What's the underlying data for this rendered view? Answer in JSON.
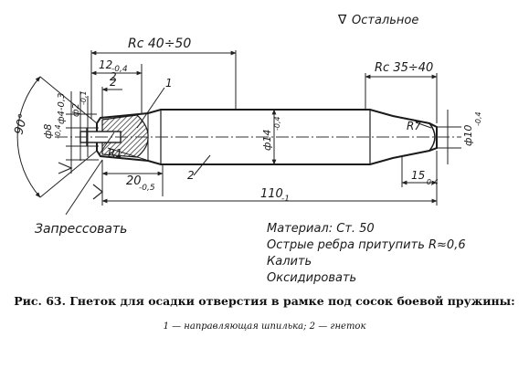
{
  "surface_note": {
    "symbol": "∇",
    "text": "Остальное"
  },
  "dimensions": {
    "rc_left": "Rc 40÷50",
    "rc_right": "Rc 35÷40",
    "d12": "12",
    "d12_tol": "-0,4",
    "d2": "2",
    "phi4": "ф4-0,3",
    "phi2": "ф2",
    "phi2_tol": "-0,1",
    "phi8": "ф8",
    "phi8_tol": "-0,4",
    "angle90": "90°",
    "r1": "R1",
    "r7": "R7",
    "d20": "20",
    "d20_tol": "-0,5",
    "phi14": "ф14",
    "phi14_tol": "-0,4",
    "phi10": "ф10",
    "phi10_tol": "-0,4",
    "d15": "15",
    "d15_tol": "-0,4",
    "d110": "110",
    "d110_tol": "-1"
  },
  "callouts": {
    "part1": "1",
    "part2_a": "2",
    "part2_b": "2"
  },
  "press_note": "Запрессовать",
  "notes": [
    "Материал: Ст. 50",
    "Острые ребра притупить R≈0,6",
    "Калить",
    "Оксидировать"
  ],
  "caption": {
    "label": "Рис. 63.",
    "text": "Гнеток для осадки отверстия в рамке под сосок боевой пружины:",
    "legend": "1 — направляющая шпилька; 2 — гнеток"
  }
}
